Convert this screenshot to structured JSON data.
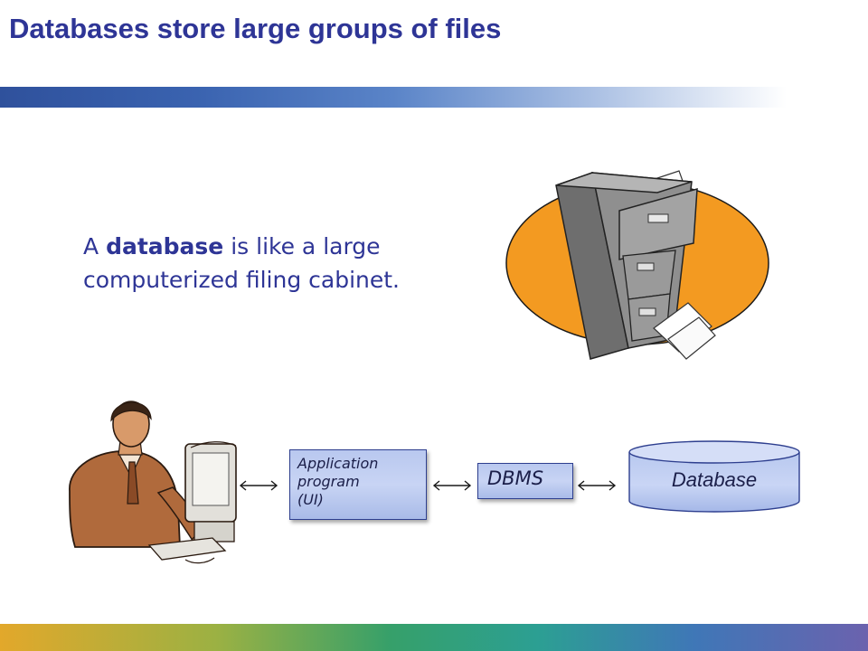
{
  "slide": {
    "title": "Databases store large groups of files",
    "body": {
      "prefix": "A ",
      "emphasis": "database",
      "suffix": " is like a large computerized filing cabinet."
    }
  },
  "diagram": {
    "nodes": {
      "application": "Application\nprogram\n(UI)",
      "dbms": "DBMS",
      "database": "Database"
    },
    "connectors": [
      "bidirectional",
      "bidirectional",
      "bidirectional"
    ]
  },
  "colors": {
    "title": "#2e3596",
    "body_text": "#2e3596",
    "box_fill": "#c8d4f4",
    "box_border": "#2e3f8f",
    "cabinet_backdrop": "#f39a21"
  },
  "icons": [
    "filing-cabinet-clipart",
    "person-at-computer-clipart"
  ]
}
